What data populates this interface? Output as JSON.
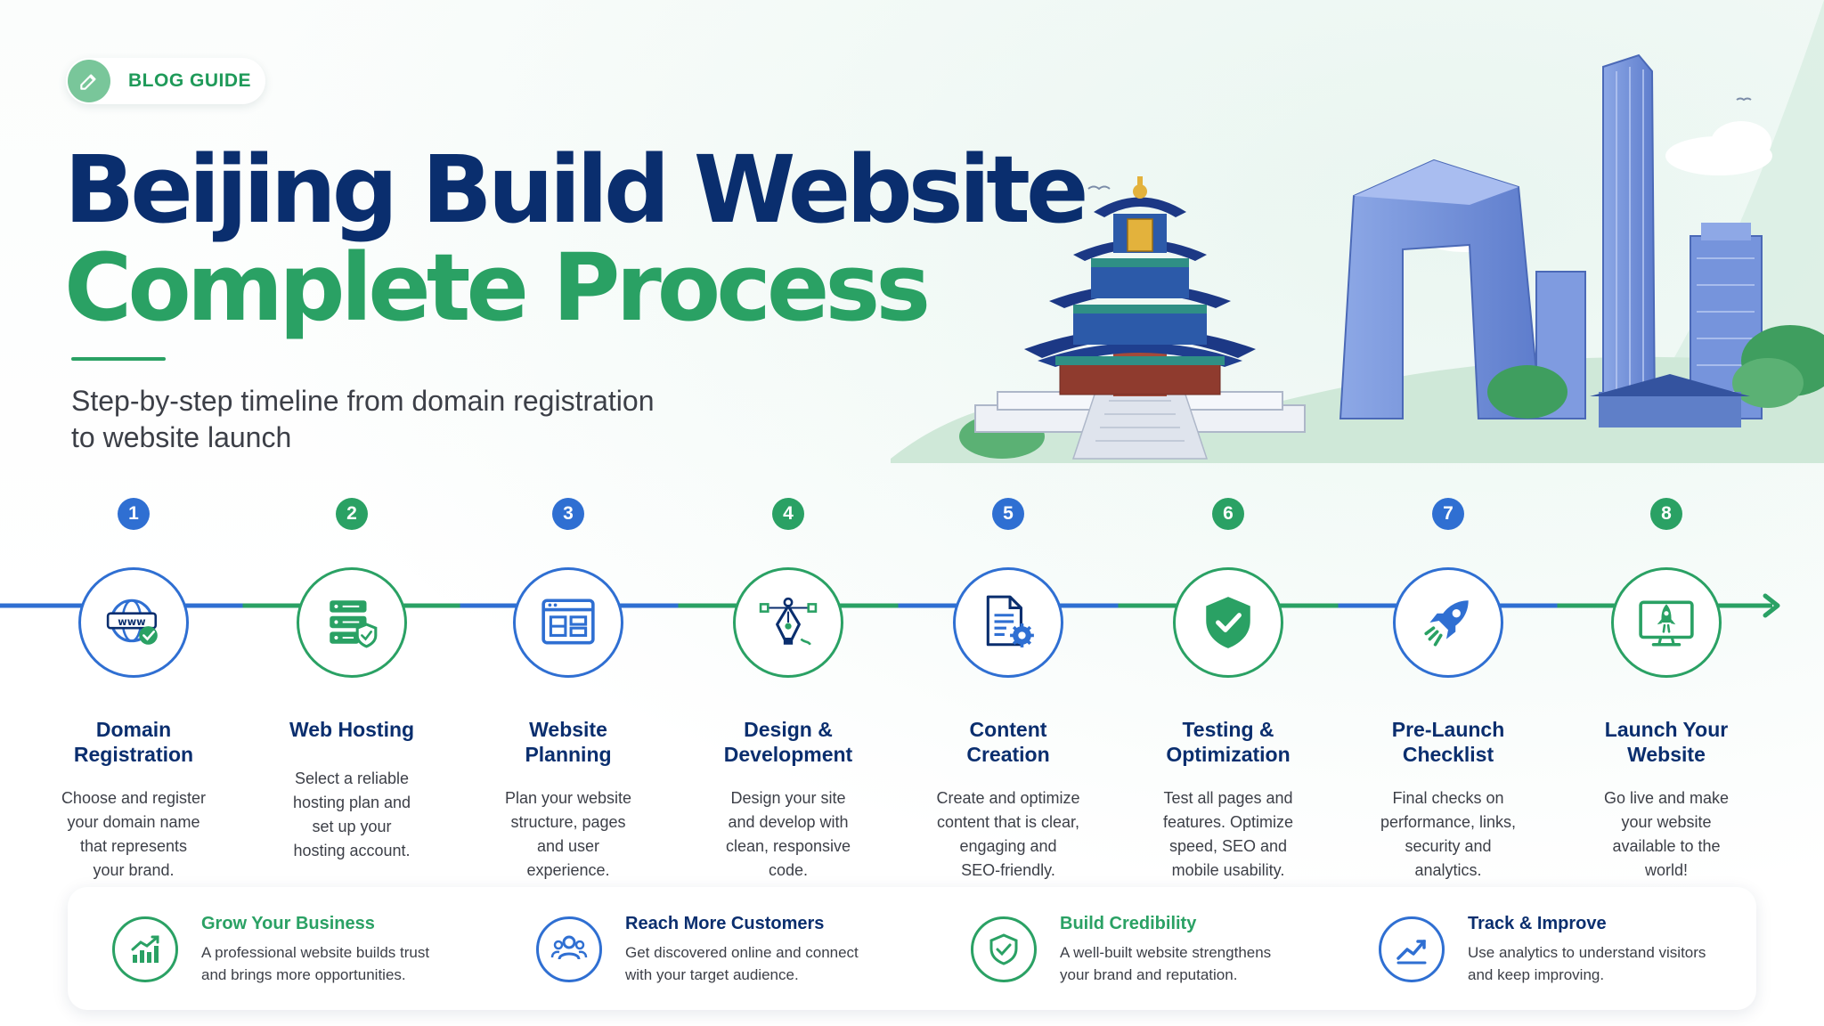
{
  "badge": {
    "label": "BLOG GUIDE",
    "icon": "edit-icon"
  },
  "title": {
    "line1": "Beijing Build Website",
    "line2": "Complete Process"
  },
  "subtitle": "Step-by-step timeline from domain registration\nto website launch",
  "colors": {
    "navy": "#0a2e6e",
    "green": "#2aa164",
    "blue": "#2f6fd2",
    "text": "#3c3f47"
  },
  "steps": [
    {
      "num": "1",
      "title": "Domain\nRegistration",
      "desc": "Choose and register\nyour domain name\nthat represents\nyour brand.",
      "icon": "globe-www-icon"
    },
    {
      "num": "2",
      "title": "Web Hosting",
      "desc": "Select a reliable\nhosting plan and\nset up your\nhosting account.",
      "icon": "server-shield-icon"
    },
    {
      "num": "3",
      "title": "Website\nPlanning",
      "desc": "Plan your website\nstructure, pages\nand user\nexperience.",
      "icon": "layout-icon"
    },
    {
      "num": "4",
      "title": "Design &\nDevelopment",
      "desc": "Design your site\nand develop with\nclean, responsive\ncode.",
      "icon": "pen-tool-icon"
    },
    {
      "num": "5",
      "title": "Content\nCreation",
      "desc": "Create and optimize\ncontent that is clear,\nengaging and\nSEO-friendly.",
      "icon": "document-gear-icon"
    },
    {
      "num": "6",
      "title": "Testing &\nOptimization",
      "desc": "Test all pages and\nfeatures. Optimize\nspeed, SEO and\nmobile usability.",
      "icon": "shield-check-icon"
    },
    {
      "num": "7",
      "title": "Pre-Launch\nChecklist",
      "desc": "Final checks on\nperformance, links,\nsecurity and\nanalytics.",
      "icon": "rocket-icon"
    },
    {
      "num": "8",
      "title": "Launch Your\nWebsite",
      "desc": "Go live and make\nyour website\navailable to the\nworld!",
      "icon": "monitor-rocket-icon"
    }
  ],
  "benefits": [
    {
      "title": "Grow Your Business",
      "desc": "A professional website builds trust\nand brings more opportunities.",
      "icon": "growth-chart-icon"
    },
    {
      "title": "Reach More Customers",
      "desc": "Get discovered online and connect\nwith your target audience.",
      "icon": "users-icon"
    },
    {
      "title": "Build Credibility",
      "desc": "A well-built website strengthens\nyour brand and reputation.",
      "icon": "shield-check-icon"
    },
    {
      "title": "Track & Improve",
      "desc": "Use analytics to understand visitors\nand keep improving.",
      "icon": "trend-line-icon"
    }
  ]
}
